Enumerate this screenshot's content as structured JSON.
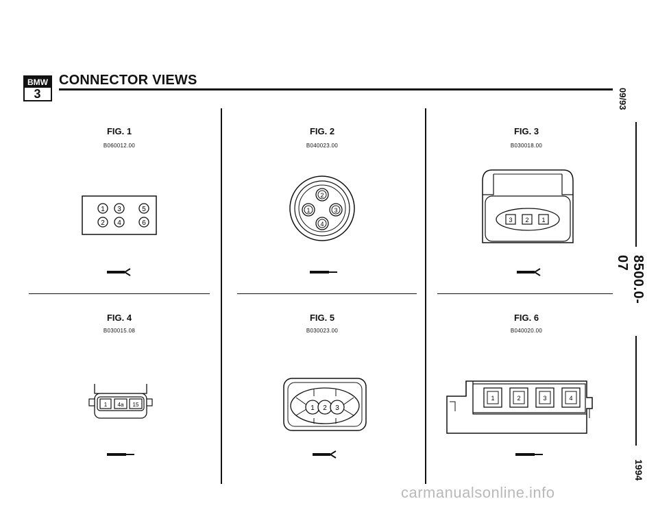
{
  "header": {
    "logo_top": "BMW",
    "logo_series": "3",
    "title": "CONNECTOR VIEWS"
  },
  "side": {
    "date": "09/93",
    "code": "8500.0-07",
    "year": "1994"
  },
  "figures": [
    {
      "label": "FIG. 1",
      "code": "B060012.00",
      "pins": [
        "1",
        "3",
        "5",
        "2",
        "4",
        "6"
      ]
    },
    {
      "label": "FIG. 2",
      "code": "B040023.00",
      "pins": [
        "2",
        "1",
        "3",
        "4"
      ]
    },
    {
      "label": "FIG. 3",
      "code": "B030018.00",
      "pins": [
        "3",
        "2",
        "1"
      ]
    },
    {
      "label": "FIG. 4",
      "code": "B030015.08",
      "pins": [
        "1",
        "4a",
        "15"
      ]
    },
    {
      "label": "FIG. 5",
      "code": "B030023.00",
      "pins": [
        "1",
        "2",
        "3"
      ]
    },
    {
      "label": "FIG. 6",
      "code": "B040020.00",
      "pins": [
        "1",
        "2",
        "3",
        "4"
      ]
    }
  ],
  "watermark": "carmanualsonline.info"
}
